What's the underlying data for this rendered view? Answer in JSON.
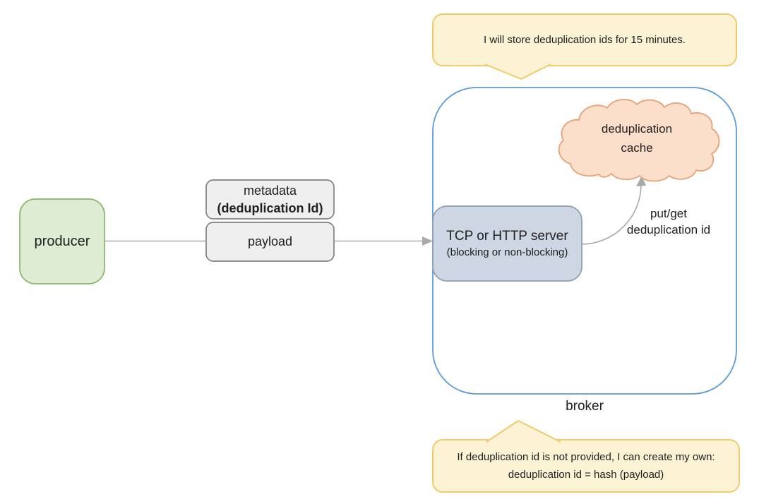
{
  "diagram": {
    "producer_label": "producer",
    "message": {
      "metadata_title": "metadata",
      "metadata_subtitle": "(deduplication Id)",
      "payload_label": "payload"
    },
    "broker": {
      "label": "broker",
      "server_title": "TCP or HTTP server",
      "server_subtitle": "(blocking or non-blocking)",
      "cache_line1": "deduplication",
      "cache_line2": "cache",
      "putget_line1": "put/get",
      "putget_line2": "deduplication id"
    },
    "callouts": {
      "top": "I will store deduplication ids for 15 minutes.",
      "bottom_line1": "If deduplication id is not provided, I can create my own:",
      "bottom_line2": "deduplication id = hash (payload)"
    },
    "colors": {
      "producer_fill": "#deecd4",
      "producer_border": "#87b568",
      "message_fill": "#efefef",
      "message_border": "#818181",
      "server_fill": "#cdd6e2",
      "server_border": "#8e9db5",
      "broker_border": "#5b9bd5",
      "cache_fill": "#fcdfca",
      "cache_border": "#e6a176",
      "callout_fill": "#fcf2d4",
      "callout_border": "#efcb6b",
      "connector": "#a9a9a9",
      "text": "#202020"
    }
  }
}
